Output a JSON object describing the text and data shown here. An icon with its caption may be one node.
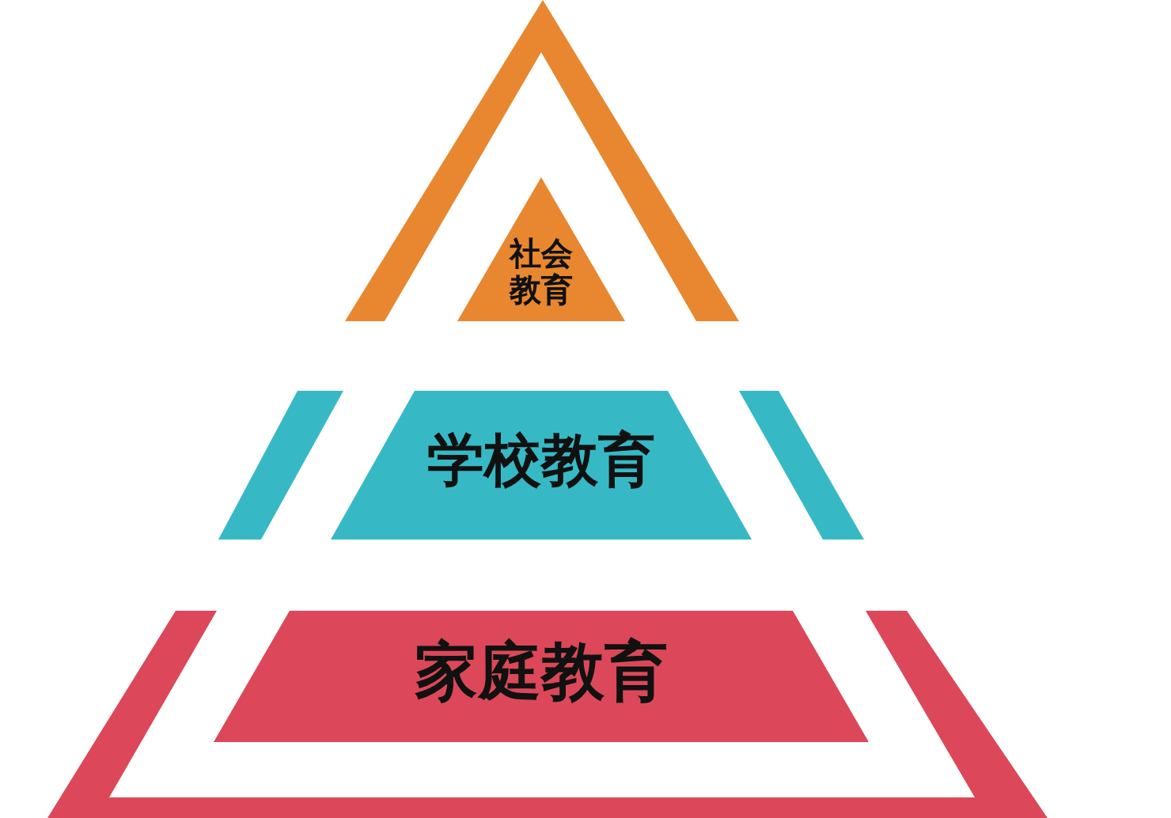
{
  "diagram": {
    "nodes": [
      {
        "text": [
          "社会教育"
        ]
      },
      {
        "text": [
          "学校教育"
        ]
      },
      {
        "text": [
          "家庭教育"
        ]
      }
    ]
  }
}
